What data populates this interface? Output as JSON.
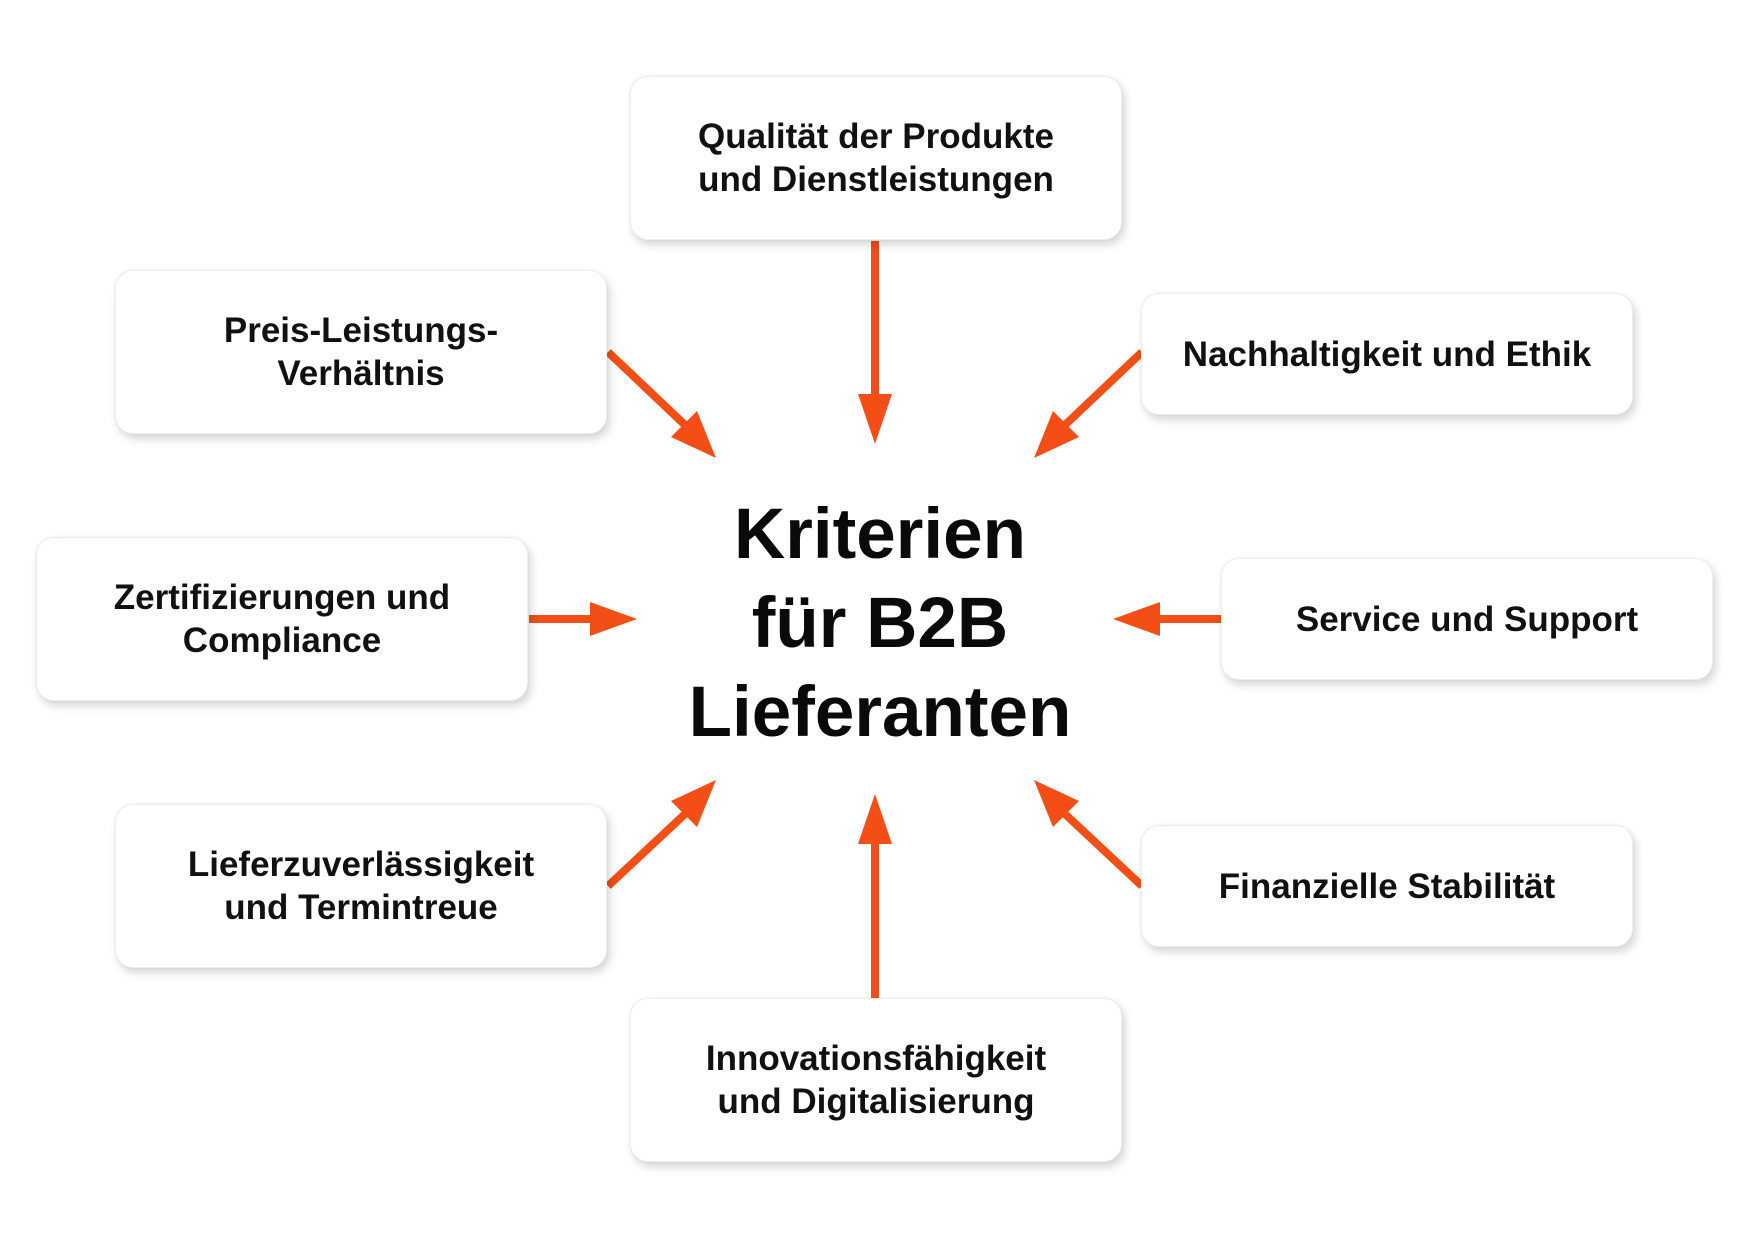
{
  "center": {
    "title_line1": "Kriterien",
    "title_line2": "für B2B",
    "title_line3": "Lieferanten"
  },
  "criteria": {
    "top": {
      "line1": "Qualität der Produkte",
      "line2": "und Dienstleistungen"
    },
    "upper_left": {
      "line1": "Preis-Leistungs-",
      "line2": "Verhältnis"
    },
    "upper_right": {
      "line1": "Nachhaltigkeit und Ethik"
    },
    "left": {
      "line1": "Zertifizierungen und",
      "line2": "Compliance"
    },
    "right": {
      "line1": "Service und Support"
    },
    "lower_left": {
      "line1": "Lieferzuverlässigkeit",
      "line2": "und Termintreue"
    },
    "lower_right": {
      "line1": "Finanzielle Stabilität"
    },
    "bottom": {
      "line1": "Innovationsfähigkeit",
      "line2": "und Digitalisierung"
    }
  },
  "colors": {
    "arrow": "#f24e16",
    "text": "#111111",
    "box_background": "#ffffff"
  }
}
